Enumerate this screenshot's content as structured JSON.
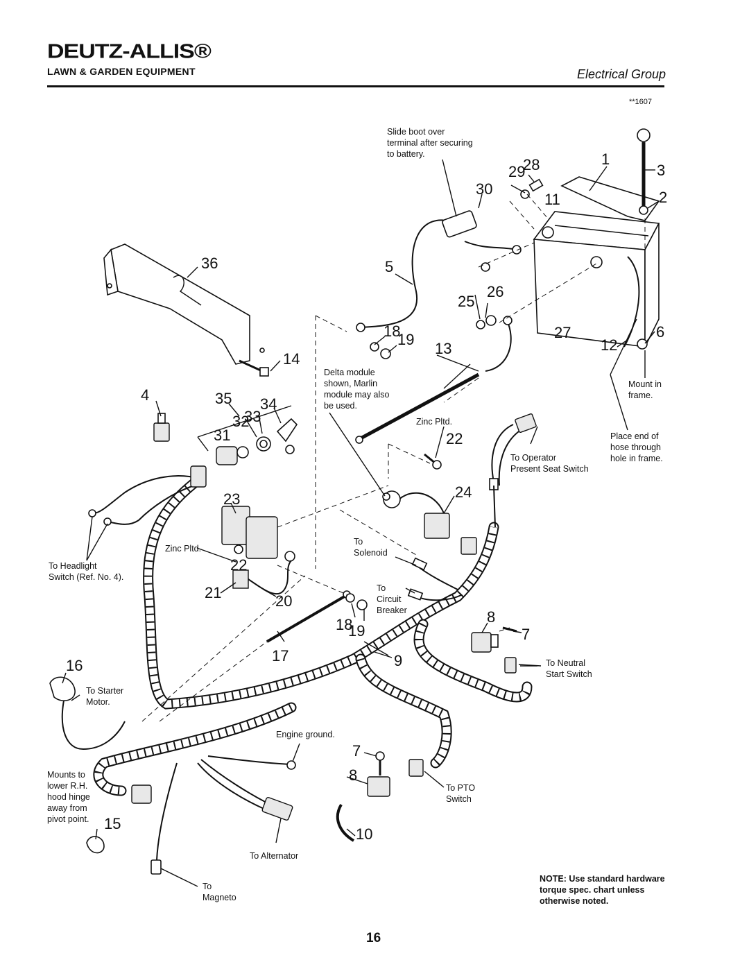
{
  "header": {
    "brand": "DEUTZ-ALLIS®",
    "subtitle": "LAWN & GARDEN EQUIPMENT",
    "group": "Electrical Group",
    "ref_code": "**1607"
  },
  "page_number": "16",
  "callouts": [
    "1",
    "2",
    "3",
    "4",
    "5",
    "6",
    "7",
    "7",
    "8",
    "8",
    "9",
    "10",
    "11",
    "12",
    "13",
    "14",
    "15",
    "16",
    "17",
    "18",
    "18",
    "19",
    "19",
    "20",
    "21",
    "22",
    "22",
    "23",
    "24",
    "25",
    "26",
    "27",
    "28",
    "29",
    "30",
    "31",
    "32",
    "33",
    "34",
    "35",
    "36"
  ],
  "notes": {
    "slide_boot": [
      "Slide boot over",
      "terminal after securing",
      "to battery."
    ],
    "delta_module": [
      "Delta module",
      "shown, Marlin",
      "module may also",
      "be used."
    ],
    "zinc_pltd_upper": "Zinc Pltd.",
    "zinc_pltd_lower": "Zinc Pltd.",
    "to_operator": [
      "To Operator",
      "Present Seat Switch"
    ],
    "mount_in_frame": [
      "Mount in",
      "frame."
    ],
    "place_end": [
      "Place end of",
      "hose through",
      "hole in frame."
    ],
    "to_headlight": [
      "To Headlight",
      "Switch (Ref. No. 4)."
    ],
    "to_solenoid": [
      "To",
      "Solenoid"
    ],
    "to_circuit": [
      "To",
      "Circuit",
      "Breaker"
    ],
    "to_neutral": [
      "To Neutral",
      "Start Switch"
    ],
    "to_starter": [
      "To Starter",
      "Motor."
    ],
    "engine_ground": "Engine ground.",
    "mounts_to": [
      "Mounts to",
      "lower R.H.",
      "hood hinge",
      "away from",
      "pivot point."
    ],
    "to_pto": [
      "To PTO",
      "Switch"
    ],
    "to_alternator": "To Alternator",
    "to_magneto": [
      "To",
      "Magneto"
    ],
    "footnote": [
      "NOTE: Use standard hardware",
      "torque spec. chart unless",
      "otherwise noted."
    ]
  }
}
